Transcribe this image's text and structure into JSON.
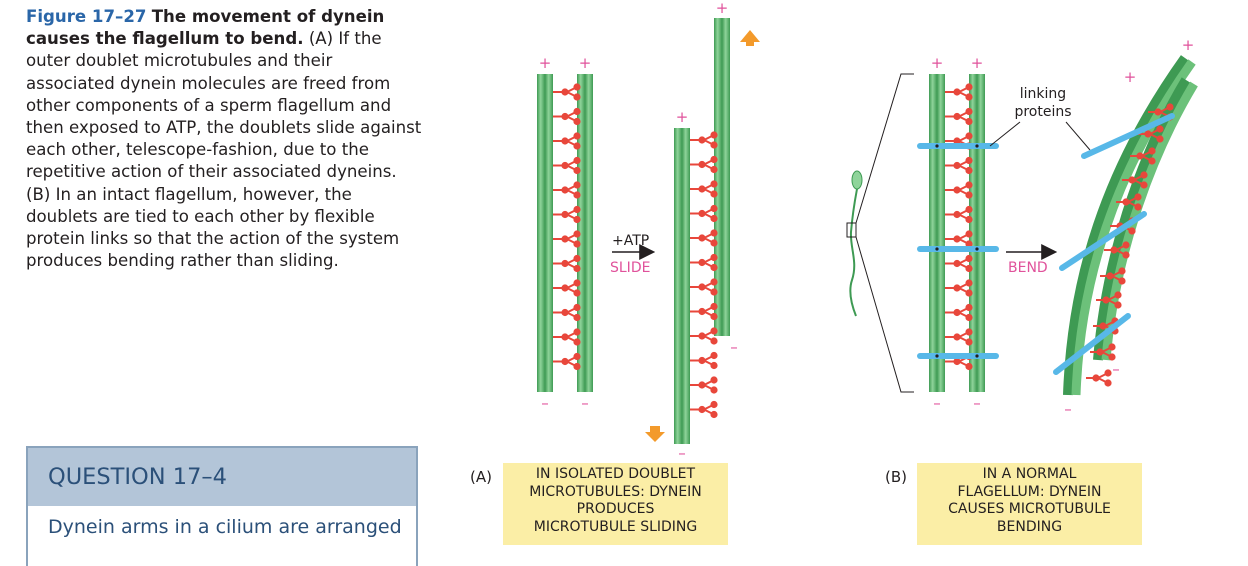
{
  "caption": {
    "figure_label": "Figure 17–27",
    "title": "The movement of dynein causes the flagellum to bend.",
    "body": "(A) If the outer doublet microtubules and their associated dynein molecules are freed from other components of a sperm flagellum and then exposed to ATP, the doublets slide against each other, telescope-fashion, due to the repetitive action of their associated dyneins. (B) In an intact flagellum, however, the doublets are tied to each other by flexible protein links so that the action of the system produces bending rather than sliding."
  },
  "question": {
    "heading": "QUESTION 17–4",
    "body": "Dynein arms in a cilium are arranged"
  },
  "panel_a": {
    "letter": "(A)",
    "box_lines": [
      "IN ISOLATED DOUBLET",
      "MICROTUBULES: DYNEIN",
      "PRODUCES",
      "MICROTUBULE SLIDING"
    ],
    "atp_label": "+ATP",
    "slide_label": "SLIDE"
  },
  "panel_b": {
    "letter": "(B)",
    "box_lines": [
      "IN A NORMAL",
      "FLAGELLUM: DYNEIN",
      "CAUSES MICROTUBULE",
      "BENDING"
    ],
    "bend_label": "BEND",
    "linking_label_line1": "linking",
    "linking_label_line2": "proteins"
  },
  "symbols": {
    "plus": "+",
    "minus": "–"
  },
  "colors": {
    "tubule": "#6cc17a",
    "tubule_dark": "#3e9a53",
    "dynein": "#e8473b",
    "link": "#58b8e8",
    "plus_minus": "#e0529b",
    "arrow_orange": "#f39a2b",
    "slide_text": "#e0529b",
    "label_box": "#fbeea6"
  }
}
